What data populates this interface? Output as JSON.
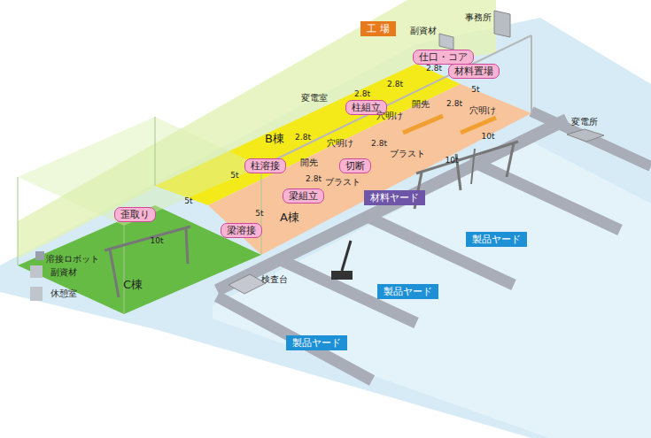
{
  "diagram": {
    "nodes": [
      {
        "text": [
          "工 場"
        ]
      },
      {
        "text": [
          "仕口・コア"
        ]
      },
      {
        "text": [
          "材料置場"
        ]
      },
      {
        "text": [
          "柱組立"
        ]
      },
      {
        "text": [
          "柱溶接"
        ]
      },
      {
        "text": [
          "切断"
        ]
      },
      {
        "text": [
          "梁組立"
        ]
      },
      {
        "text": [
          "材料ヤード"
        ]
      },
      {
        "text": [
          "歪取り"
        ]
      },
      {
        "text": [
          "梁溶接"
        ]
      },
      {
        "text": [
          "製品ヤード"
        ]
      },
      {
        "text": [
          "製品ヤード"
        ]
      },
      {
        "text": [
          "製品ヤード"
        ]
      }
    ],
    "labels": [
      "事務所",
      "副資材",
      "2.8t",
      "2.8t",
      "5t",
      "2.8t",
      "変電室",
      "開先",
      "2.8t",
      "穴明け",
      "穴明け",
      "変電所",
      "2.8t",
      "B棟",
      "10t",
      "穴明け",
      "2.8t",
      "ブラスト",
      "10t",
      "開先",
      "5t",
      "2.8t",
      "ブラスト",
      "5t",
      "5t",
      "A棟",
      "10t",
      "溶接ロボット",
      "検査台",
      "副資材",
      "C棟",
      "休憩室"
    ]
  }
}
